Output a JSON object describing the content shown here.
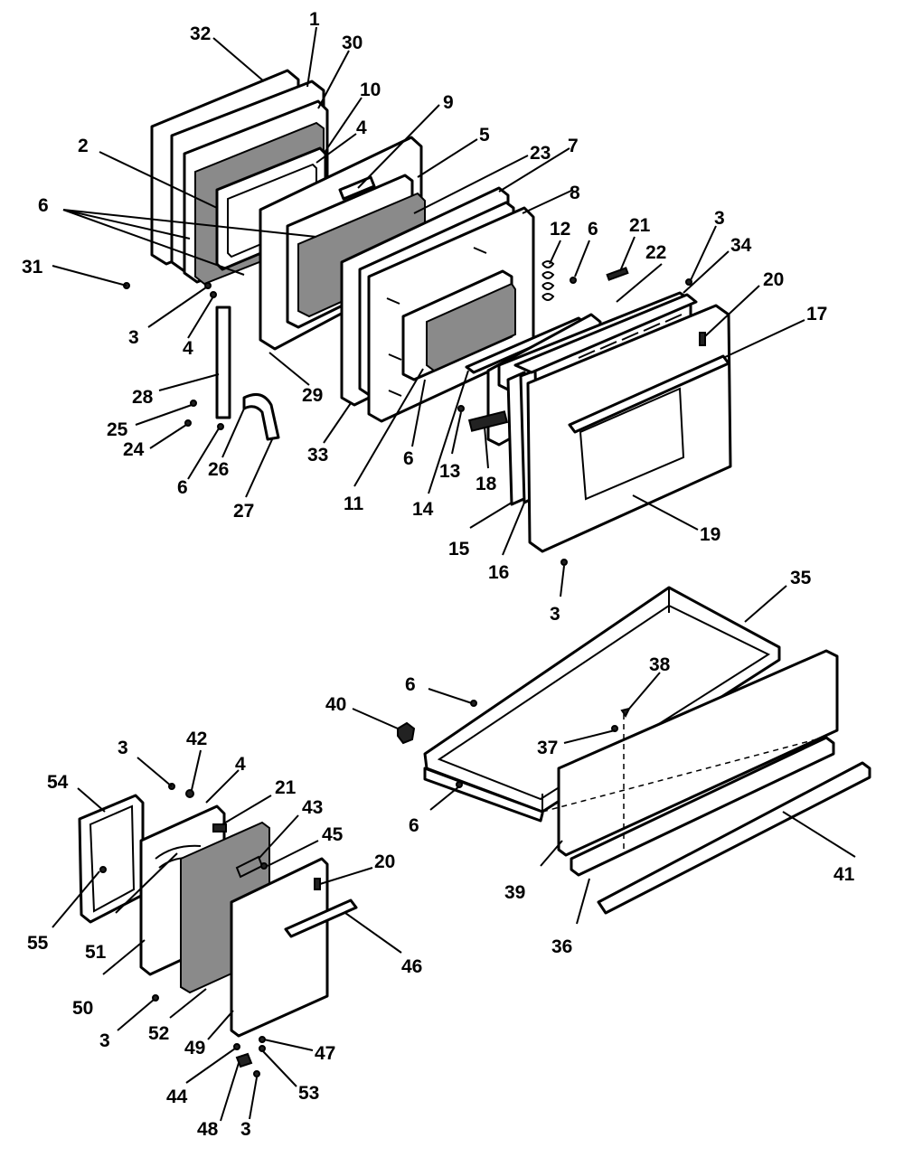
{
  "callouts": [
    {
      "id": "c32a",
      "text": "32"
    },
    {
      "id": "c1a",
      "text": "1"
    },
    {
      "id": "c30a",
      "text": "30"
    },
    {
      "id": "c10a",
      "text": "10"
    },
    {
      "id": "c9a",
      "text": "9"
    },
    {
      "id": "c5a",
      "text": "5"
    },
    {
      "id": "c23a",
      "text": "23"
    },
    {
      "id": "c7a",
      "text": "7"
    },
    {
      "id": "c8a",
      "text": "8"
    },
    {
      "id": "c2a",
      "text": "2"
    },
    {
      "id": "c4a",
      "text": "4"
    },
    {
      "id": "c6a",
      "text": "6"
    },
    {
      "id": "c31a",
      "text": "31"
    },
    {
      "id": "c3a",
      "text": "3"
    },
    {
      "id": "c4b",
      "text": "4"
    },
    {
      "id": "c28a",
      "text": "28"
    },
    {
      "id": "c25a",
      "text": "25"
    },
    {
      "id": "c24a",
      "text": "24"
    },
    {
      "id": "c6b",
      "text": "6"
    },
    {
      "id": "c26a",
      "text": "26"
    },
    {
      "id": "c27a",
      "text": "27"
    },
    {
      "id": "c29a",
      "text": "29"
    },
    {
      "id": "c33a",
      "text": "33"
    },
    {
      "id": "c11a",
      "text": "11"
    },
    {
      "id": "c6c",
      "text": "6"
    },
    {
      "id": "c12a",
      "text": "12"
    },
    {
      "id": "c6d",
      "text": "6"
    },
    {
      "id": "c21a",
      "text": "21"
    },
    {
      "id": "c3b",
      "text": "3"
    },
    {
      "id": "c22a",
      "text": "22"
    },
    {
      "id": "c34a",
      "text": "34"
    },
    {
      "id": "c20a",
      "text": "20"
    },
    {
      "id": "c17a",
      "text": "17"
    },
    {
      "id": "c13a",
      "text": "13"
    },
    {
      "id": "c14a",
      "text": "14"
    },
    {
      "id": "c18a",
      "text": "18"
    },
    {
      "id": "c15a",
      "text": "15"
    },
    {
      "id": "c16a",
      "text": "16"
    },
    {
      "id": "c19a",
      "text": "19"
    },
    {
      "id": "c3c",
      "text": "3"
    },
    {
      "id": "c35a",
      "text": "35"
    },
    {
      "id": "c6e",
      "text": "6"
    },
    {
      "id": "c38a",
      "text": "38"
    },
    {
      "id": "c40a",
      "text": "40"
    },
    {
      "id": "c37a",
      "text": "37"
    },
    {
      "id": "c6f",
      "text": "6"
    },
    {
      "id": "c39a",
      "text": "39"
    },
    {
      "id": "c41a",
      "text": "41"
    },
    {
      "id": "c36a",
      "text": "36"
    },
    {
      "id": "c3d",
      "text": "3"
    },
    {
      "id": "c42a",
      "text": "42"
    },
    {
      "id": "c4c",
      "text": "4"
    },
    {
      "id": "c54a",
      "text": "54"
    },
    {
      "id": "c21b",
      "text": "21"
    },
    {
      "id": "c43a",
      "text": "43"
    },
    {
      "id": "c45a",
      "text": "45"
    },
    {
      "id": "c20b",
      "text": "20"
    },
    {
      "id": "c55a",
      "text": "55"
    },
    {
      "id": "c51a",
      "text": "51"
    },
    {
      "id": "c46a",
      "text": "46"
    },
    {
      "id": "c50a",
      "text": "50"
    },
    {
      "id": "c3e",
      "text": "3"
    },
    {
      "id": "c52a",
      "text": "52"
    },
    {
      "id": "c49a",
      "text": "49"
    },
    {
      "id": "c47a",
      "text": "47"
    },
    {
      "id": "c44a",
      "text": "44"
    },
    {
      "id": "c53a",
      "text": "53"
    },
    {
      "id": "c48a",
      "text": "48"
    },
    {
      "id": "c3f",
      "text": "3"
    }
  ]
}
